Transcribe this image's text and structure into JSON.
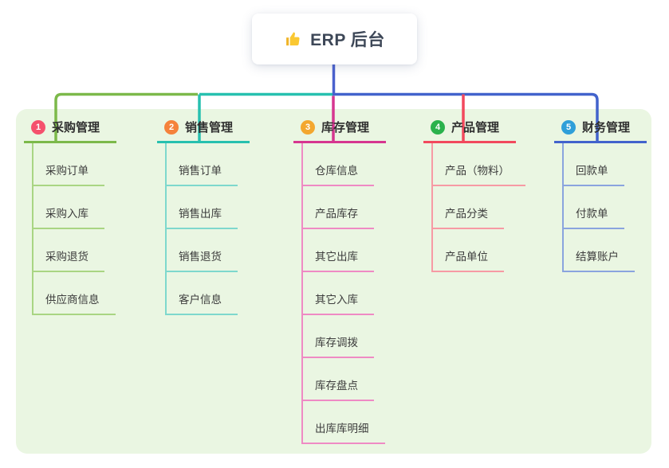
{
  "title": "ERP 后台",
  "root": {
    "label": "ERP 后台",
    "icon": "thumbs-up-icon"
  },
  "connector_color": "#4a61ce",
  "panel_color": "#eaf6e2",
  "branches": [
    {
      "num": "1",
      "label": "采购管理",
      "color": "#7cb94a",
      "child_line_color": "#a9d583",
      "badge_color": "#f5516d",
      "children": [
        "采购订单",
        "采购入库",
        "采购退货",
        "供应商信息"
      ]
    },
    {
      "num": "2",
      "label": "销售管理",
      "color": "#27c0af",
      "child_line_color": "#7ed8cd",
      "badge_color": "#f5823b",
      "children": [
        "销售订单",
        "销售出库",
        "销售退货",
        "客户信息"
      ]
    },
    {
      "num": "3",
      "label": "库存管理",
      "color": "#d63690",
      "child_line_color": "#ef8ac4",
      "badge_color": "#f3a72f",
      "children": [
        "仓库信息",
        "产品库存",
        "其它出库",
        "其它入库",
        "库存调拨",
        "库存盘点",
        "出库库明细"
      ]
    },
    {
      "num": "4",
      "label": "产品管理",
      "color": "#f2495d",
      "child_line_color": "#f79aa4",
      "badge_color": "#2ab24c",
      "children": [
        "产品（物料）",
        "产品分类",
        "产品单位"
      ]
    },
    {
      "num": "5",
      "label": "财务管理",
      "color": "#4263cc",
      "child_line_color": "#8aa4de",
      "badge_color": "#2f9fd9",
      "children": [
        "回款单",
        "付款单",
        "结算账户"
      ]
    }
  ]
}
